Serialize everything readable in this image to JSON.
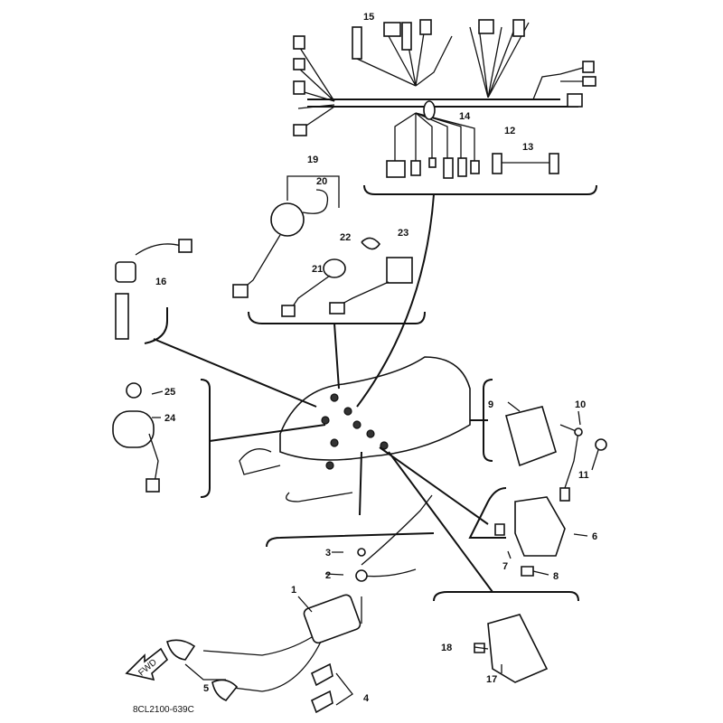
{
  "diagram": {
    "title_code": "8CL2100-639C",
    "fwd_label": "FWD",
    "callouts": {
      "c1": "1",
      "c2": "2",
      "c3": "3",
      "c4": "4",
      "c5": "5",
      "c6": "6",
      "c7a": "7",
      "c7b": "7",
      "c8": "8",
      "c9": "9",
      "c10": "10",
      "c11": "11",
      "c12": "12",
      "c13": "13",
      "c14": "14",
      "c15": "15",
      "c16": "16",
      "c17": "17",
      "c18": "18",
      "c19": "19",
      "c20": "20",
      "c21": "21",
      "c22": "22",
      "c23": "23",
      "c24": "24",
      "c25": "25"
    }
  }
}
